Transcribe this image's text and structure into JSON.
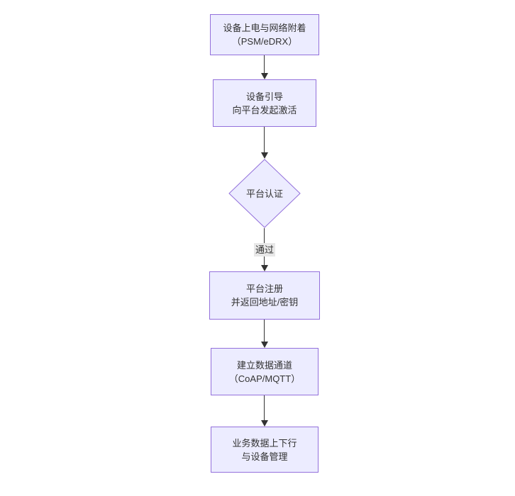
{
  "diagram": {
    "type": "flowchart",
    "direction": "top-down",
    "colors": {
      "background": "#ffffff",
      "node_fill": "#ECECFF",
      "node_border": "#9370DB",
      "text": "#333333",
      "arrow": "#333333",
      "edge_label_bg": "#e8e8e8"
    },
    "nodes": [
      {
        "id": "n1",
        "shape": "rect",
        "lines": [
          "设备上电与网络附着",
          "（PSM/eDRX）"
        ]
      },
      {
        "id": "n2",
        "shape": "rect",
        "lines": [
          "设备引导",
          "向平台发起激活"
        ]
      },
      {
        "id": "n3",
        "shape": "diamond",
        "lines": [
          "平台认证"
        ]
      },
      {
        "id": "n4",
        "shape": "rect",
        "lines": [
          "平台注册",
          "并返回地址/密钥"
        ]
      },
      {
        "id": "n5",
        "shape": "rect",
        "lines": [
          "建立数据通道",
          "（CoAP/MQTT）"
        ]
      },
      {
        "id": "n6",
        "shape": "rect",
        "lines": [
          "业务数据上下行",
          "与设备管理"
        ]
      }
    ],
    "edges": [
      {
        "from": "n1",
        "to": "n2",
        "label": ""
      },
      {
        "from": "n2",
        "to": "n3",
        "label": ""
      },
      {
        "from": "n3",
        "to": "n4",
        "label": "通过"
      },
      {
        "from": "n4",
        "to": "n5",
        "label": ""
      },
      {
        "from": "n5",
        "to": "n6",
        "label": ""
      }
    ]
  }
}
